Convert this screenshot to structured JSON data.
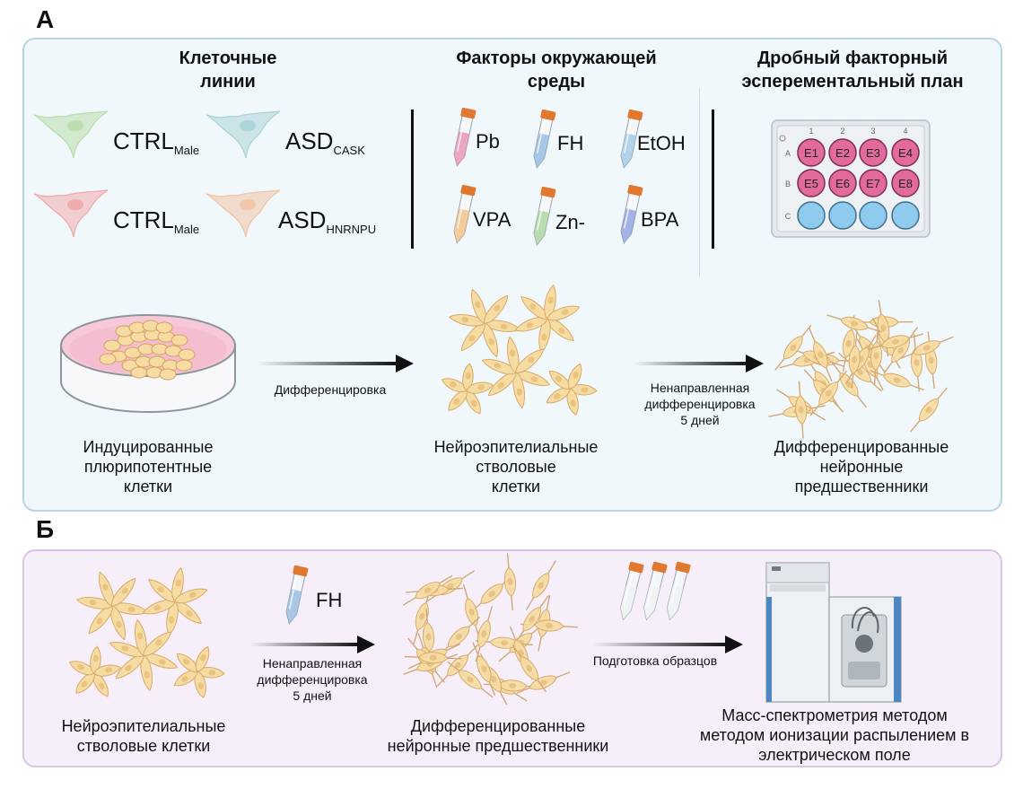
{
  "panelA": {
    "letter": "А",
    "header_cells": "Клеточные\nлинии",
    "header_env": "Факторы окружающей\nсреды",
    "header_plan": "Дробный факторный\nэсперементальный план",
    "cell_lines": [
      {
        "main": "CTRL",
        "sub": "Male",
        "color": "#b9dcaa"
      },
      {
        "main": "ASD",
        "sub": "CASK",
        "color": "#a9d3d6"
      },
      {
        "main": "CTRL",
        "sub": "Male",
        "color": "#f0a9a9"
      },
      {
        "main": "ASD",
        "sub": "HNRNPU",
        "color": "#f0c2a4"
      }
    ],
    "tubes": [
      {
        "label": "Pb",
        "color": "#e88bb0"
      },
      {
        "label": "FH",
        "color": "#8fb6e0"
      },
      {
        "label": "EtOH",
        "color": "#9cc7e6"
      },
      {
        "label": "VPA",
        "color": "#f2bd7f"
      },
      {
        "label": "Zn-",
        "color": "#a6d39a"
      },
      {
        "label": "BPA",
        "color": "#8a9be0"
      }
    ],
    "plate": {
      "cols": [
        "1",
        "2",
        "3",
        "4"
      ],
      "rows": [
        "A",
        "B",
        "C"
      ],
      "wells": [
        "E1",
        "E2",
        "E3",
        "E4",
        "E5",
        "E6",
        "E7",
        "E8"
      ]
    },
    "ipsc_label": "Индуцированные\nплюрипотентные\nклетки",
    "arrow1_label": "Дифференцировка",
    "nsc_label": "Нейроэпителиальные\nстволовые\nклетки",
    "arrow2_label": "Ненаправленная\nдифференцировка\n5 дней",
    "npc_label": "Дифференцированные\nнейронные\nпредшественники"
  },
  "panelB": {
    "letter": "Б",
    "nsc_label": "Нейроэпителиальные\nстволовые клетки",
    "tube_label": "FH",
    "arrow1_label": "Ненаправленная\nдифференцировка\n5 дней",
    "npc_label": "Дифференцированные\nнейронные предшественники",
    "arrow2_label": "Подготовка образцов",
    "ms_label": "Масс-спектрометрия методом\nметодом ионизации распылением в\nэлектрическом поле"
  },
  "colors": {
    "panelA_bg": "#f1f8fc",
    "panelB_bg": "#f6effa",
    "cell_fill": "#f6dca2",
    "well_pink": "#e36a9c",
    "well_blue": "#8fcbef",
    "tube_cap": "#e0782f"
  }
}
